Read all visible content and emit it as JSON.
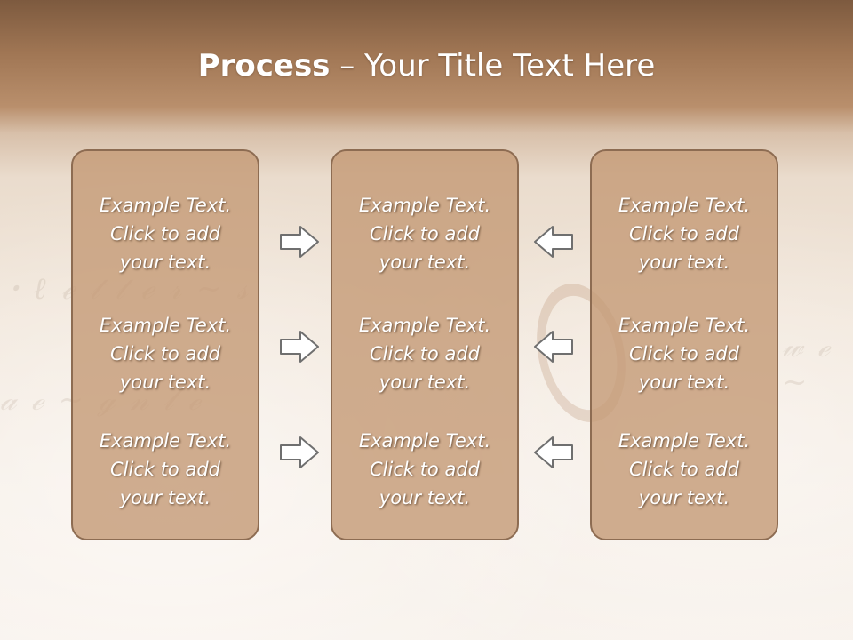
{
  "slide": {
    "title_bold": "Process",
    "title_rest": " – Your Title Text Here"
  },
  "columns": [
    {
      "items": [
        {
          "line1": "Example Text.",
          "line2": "Click  to add",
          "line3": "your text."
        },
        {
          "line1": "Example Text.",
          "line2": "Click  to add",
          "line3": "your text."
        },
        {
          "line1": "Example Text.",
          "line2": "Click  to add",
          "line3": "your text."
        }
      ]
    },
    {
      "items": [
        {
          "line1": "Example Text.",
          "line2": "Click  to add",
          "line3": "your text."
        },
        {
          "line1": "Example Text.",
          "line2": "Click  to add",
          "line3": "your text."
        },
        {
          "line1": "Example Text.",
          "line2": "Click  to add",
          "line3": "your text."
        }
      ]
    },
    {
      "items": [
        {
          "line1": "Example Text.",
          "line2": "Click  to add",
          "line3": "your text."
        },
        {
          "line1": "Example Text.",
          "line2": "Click  to add",
          "line3": "your text."
        },
        {
          "line1": "Example Text.",
          "line2": "Click  to add",
          "line3": "your text."
        }
      ]
    }
  ],
  "arrows": {
    "left_group": "arrow-right-icon",
    "right_group": "arrow-left-icon"
  },
  "colors": {
    "box_fill": "#c49a76",
    "box_border": "#8d6c52",
    "header_brown": "#a07654",
    "arrow_stroke": "#6f6f6f"
  }
}
